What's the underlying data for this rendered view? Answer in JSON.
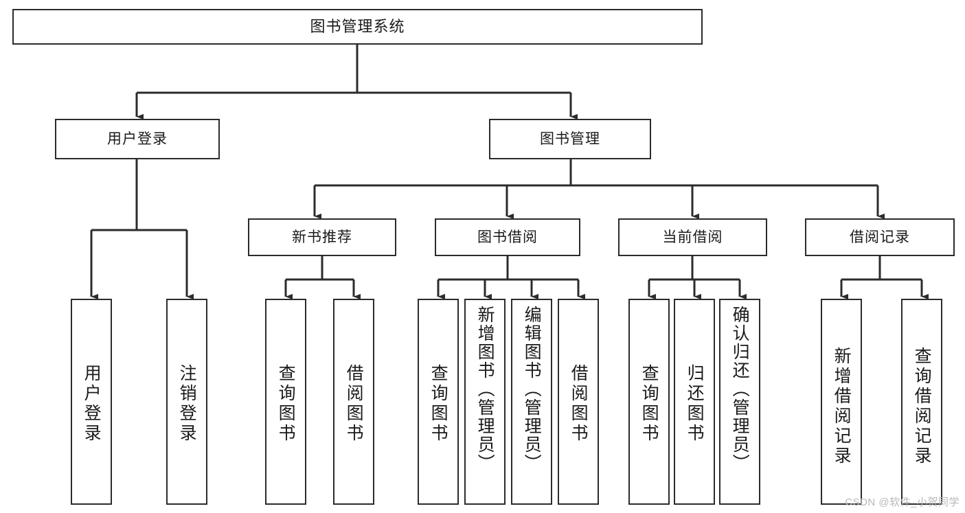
{
  "diagram": {
    "title": "图书管理系统",
    "root": {
      "label": "图书管理系统"
    },
    "level1": [
      {
        "label": "用户登录"
      },
      {
        "label": "图书管理"
      }
    ],
    "level2": [
      {
        "label": "新书推荐"
      },
      {
        "label": "图书借阅"
      },
      {
        "label": "当前借阅"
      },
      {
        "label": "借阅记录"
      }
    ],
    "leaves": [
      {
        "label": "用户登录"
      },
      {
        "label": "注销登录"
      },
      {
        "label": "查询图书"
      },
      {
        "label": "借阅图书"
      },
      {
        "label": "查询图书"
      },
      {
        "label": "新增图书（管理员）"
      },
      {
        "label": "编辑图书（管理员）"
      },
      {
        "label": "借阅图书"
      },
      {
        "label": "查询图书"
      },
      {
        "label": "归还图书"
      },
      {
        "label": "确认归还（管理员）"
      },
      {
        "label": "新增借阅记录"
      },
      {
        "label": "查询借阅记录"
      }
    ]
  },
  "watermark": {
    "text": "CSDN @软件_小贺同学"
  },
  "colors": {
    "stroke": "#2b2b2b",
    "background": "#ffffff",
    "text": "#1a1a1a",
    "watermark": "#b8b8b8"
  }
}
